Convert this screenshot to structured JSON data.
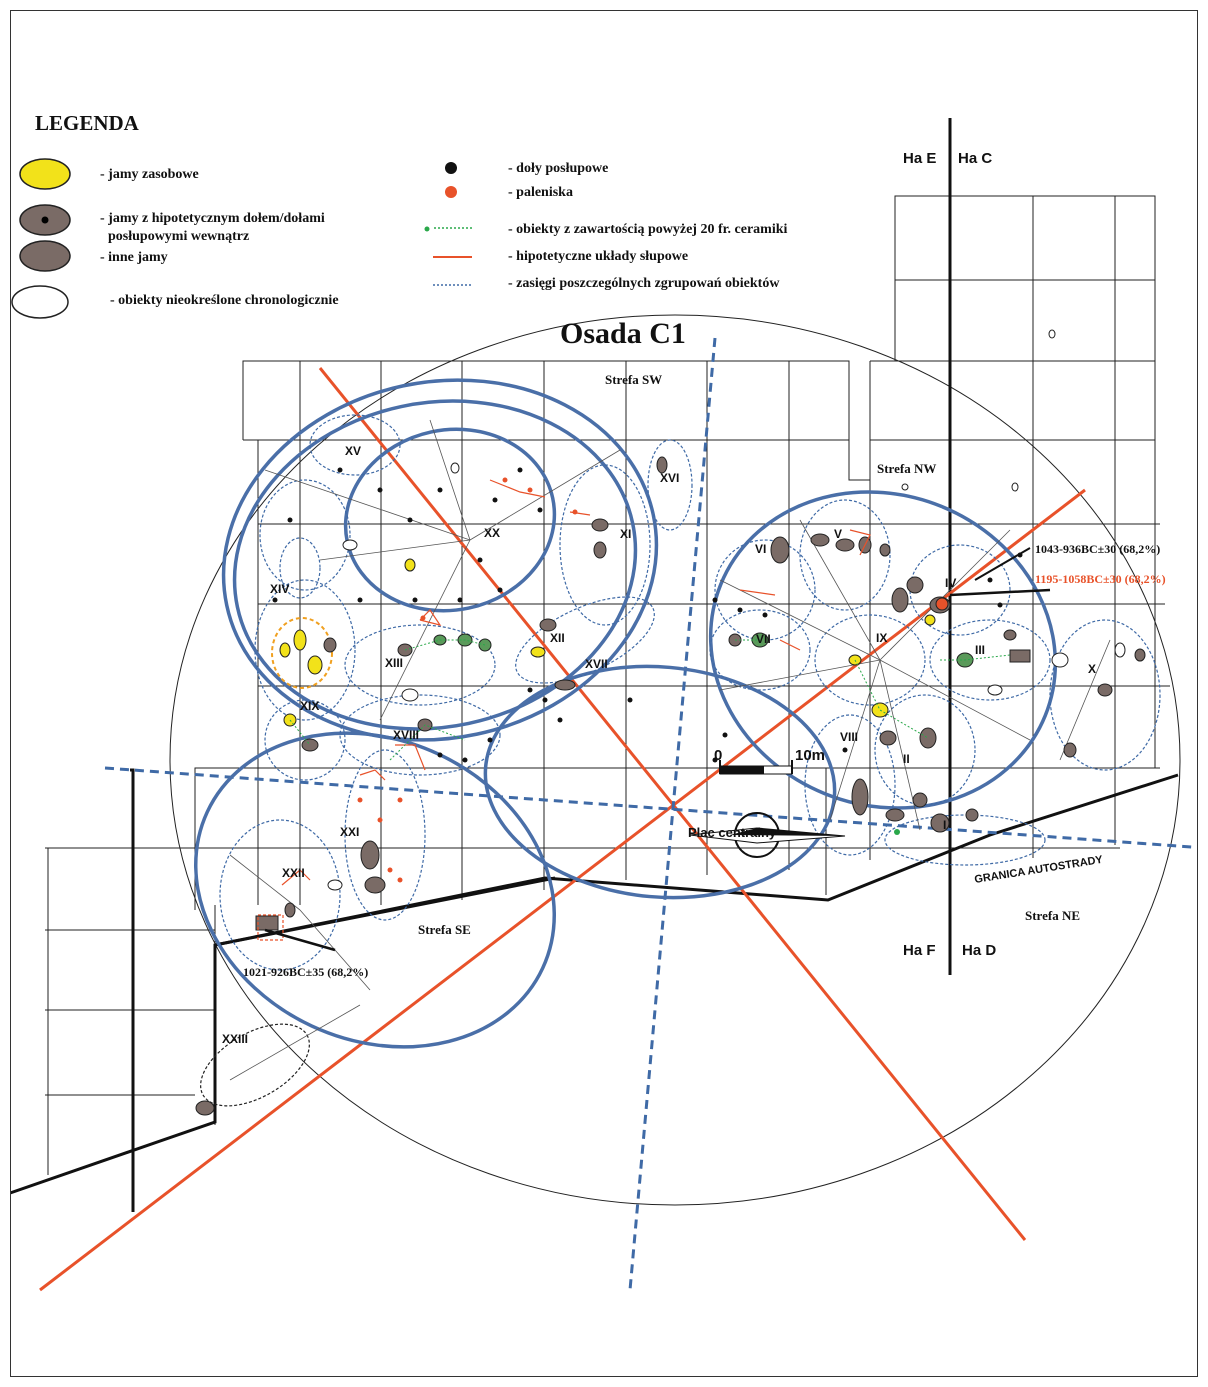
{
  "legend": {
    "title": "LEGENDA",
    "items_left": [
      {
        "icon": "yellow-pit-icon",
        "label": "- jamy zasobowe"
      },
      {
        "icon": "pit-with-post-icon",
        "label": "- jamy z hipotetycznym dołem/dołami",
        "label2": "posłupowymi wewnątrz"
      },
      {
        "icon": "other-pit-icon",
        "label": "- inne jamy"
      },
      {
        "icon": "undated-object-icon",
        "label": "- obiekty nieokreślone chronologicznie"
      }
    ],
    "items_right": [
      {
        "icon": "post-hole-icon",
        "label": "- doły posłupowe"
      },
      {
        "icon": "hearth-icon",
        "label": "- paleniska"
      },
      {
        "icon": "ceramics-line-icon",
        "label": "- obiekty z zawartością powyżej 20 fr. ceramiki"
      },
      {
        "icon": "post-layout-line-icon",
        "label": "- hipotetyczne układy słupowe"
      },
      {
        "icon": "group-range-line-icon",
        "label": "- zasięgi  poszczególnych zgrupowań obiektów"
      }
    ],
    "colors": {
      "yellow": "#f2e21a",
      "pit": "#7a6b66",
      "orange": "#e8522a",
      "blue": "#3f6aa6",
      "green": "#2aa84a"
    }
  },
  "map": {
    "title": "Osada C1",
    "zones": [
      "Strefa SW",
      "Strefa NW",
      "Strefa SE",
      "Strefa NE",
      "Plac centralny"
    ],
    "quadrants": [
      "Ha E",
      "Ha C",
      "Ha F",
      "Ha D"
    ],
    "highway": "GRANICA AUTOSTRADY",
    "groups": [
      "XV",
      "XVI",
      "XX",
      "XI",
      "XIV",
      "XII",
      "XIII",
      "XVII",
      "XIX",
      "XVIII",
      "XXI",
      "XXII",
      "XXIII",
      "VI",
      "V",
      "IV",
      "VII",
      "IX",
      "III",
      "X",
      "VIII",
      "II",
      "I"
    ],
    "dates": [
      {
        "text": "1043-936BC±30 (68,2%)",
        "color": "#111111"
      },
      {
        "text": "1195-1058BC±30 (68,2%)",
        "color": "#e8522a"
      },
      {
        "text": "1021-926BC±35 (68,2%)",
        "color": "#111111"
      }
    ],
    "scale": {
      "start": "0",
      "end": "10m"
    }
  }
}
